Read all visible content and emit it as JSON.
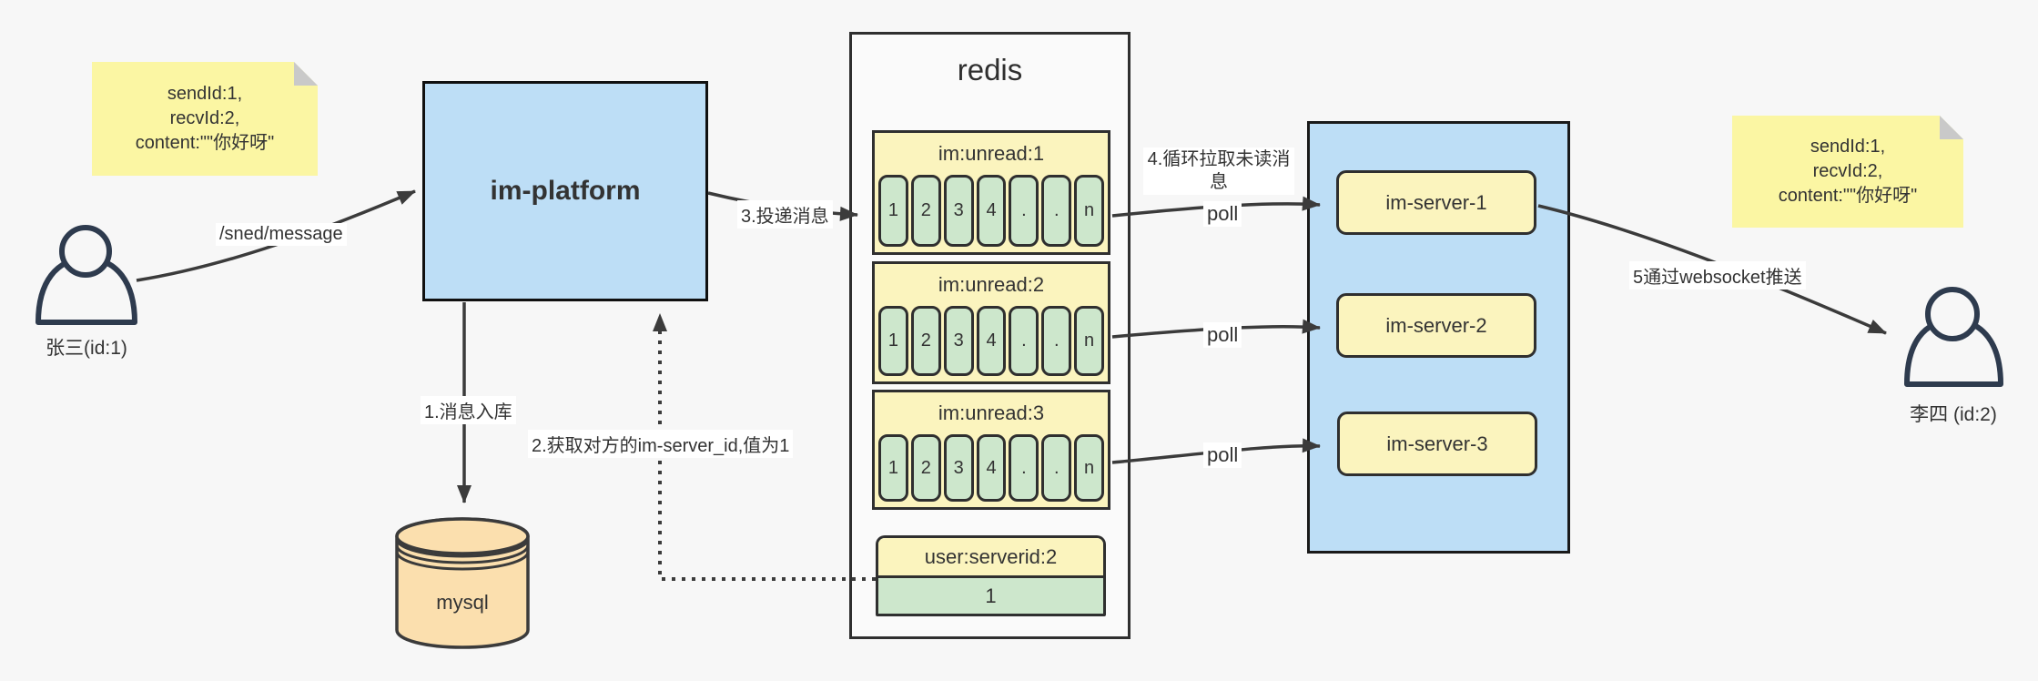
{
  "notes": {
    "left": {
      "line1": "sendId:1,",
      "line2": "recvId:2,",
      "line3": "content:\"\"你好呀\""
    },
    "right": {
      "line1": "sendId:1,",
      "line2": "recvId:2,",
      "line3": "content:\"\"你好呀\""
    }
  },
  "actors": {
    "sender": "张三(id:1)",
    "receiver": "李四 (id:2)"
  },
  "platform": {
    "label": "im-platform"
  },
  "database": {
    "label": "mysql"
  },
  "redis": {
    "title": "redis",
    "queues": [
      {
        "title": "im:unread:1",
        "cells": [
          "1",
          "2",
          "3",
          "4",
          ".",
          ".",
          "n"
        ]
      },
      {
        "title": "im:unread:2",
        "cells": [
          "1",
          "2",
          "3",
          "4",
          ".",
          ".",
          "n"
        ]
      },
      {
        "title": "im:unread:3",
        "cells": [
          "1",
          "2",
          "3",
          "4",
          ".",
          ".",
          "n"
        ]
      }
    ],
    "kv": {
      "title": "user:serverid:2",
      "value": "1"
    }
  },
  "servers": {
    "items": [
      {
        "label": "im-server-1"
      },
      {
        "label": "im-server-2"
      },
      {
        "label": "im-server-3"
      }
    ]
  },
  "edges": {
    "send": "/sned/message",
    "step1": "1.消息入库",
    "step2": "2.获取对方的im-server_id,值为1",
    "step3": "3.投递消息",
    "step4": "4.循环拉取未读消息",
    "step5": "5通过websocket推送",
    "poll": "poll"
  },
  "colors": {
    "note_yellow": "#fbf6a3",
    "block_yellow": "#fbf4be",
    "cell_green": "#cde7cc",
    "box_blue": "#bddef6",
    "db_tan": "#fbdfae",
    "line_dark": "#3b3b3b",
    "person_stroke": "#2e3b4e",
    "background": "#f7f7f7"
  }
}
